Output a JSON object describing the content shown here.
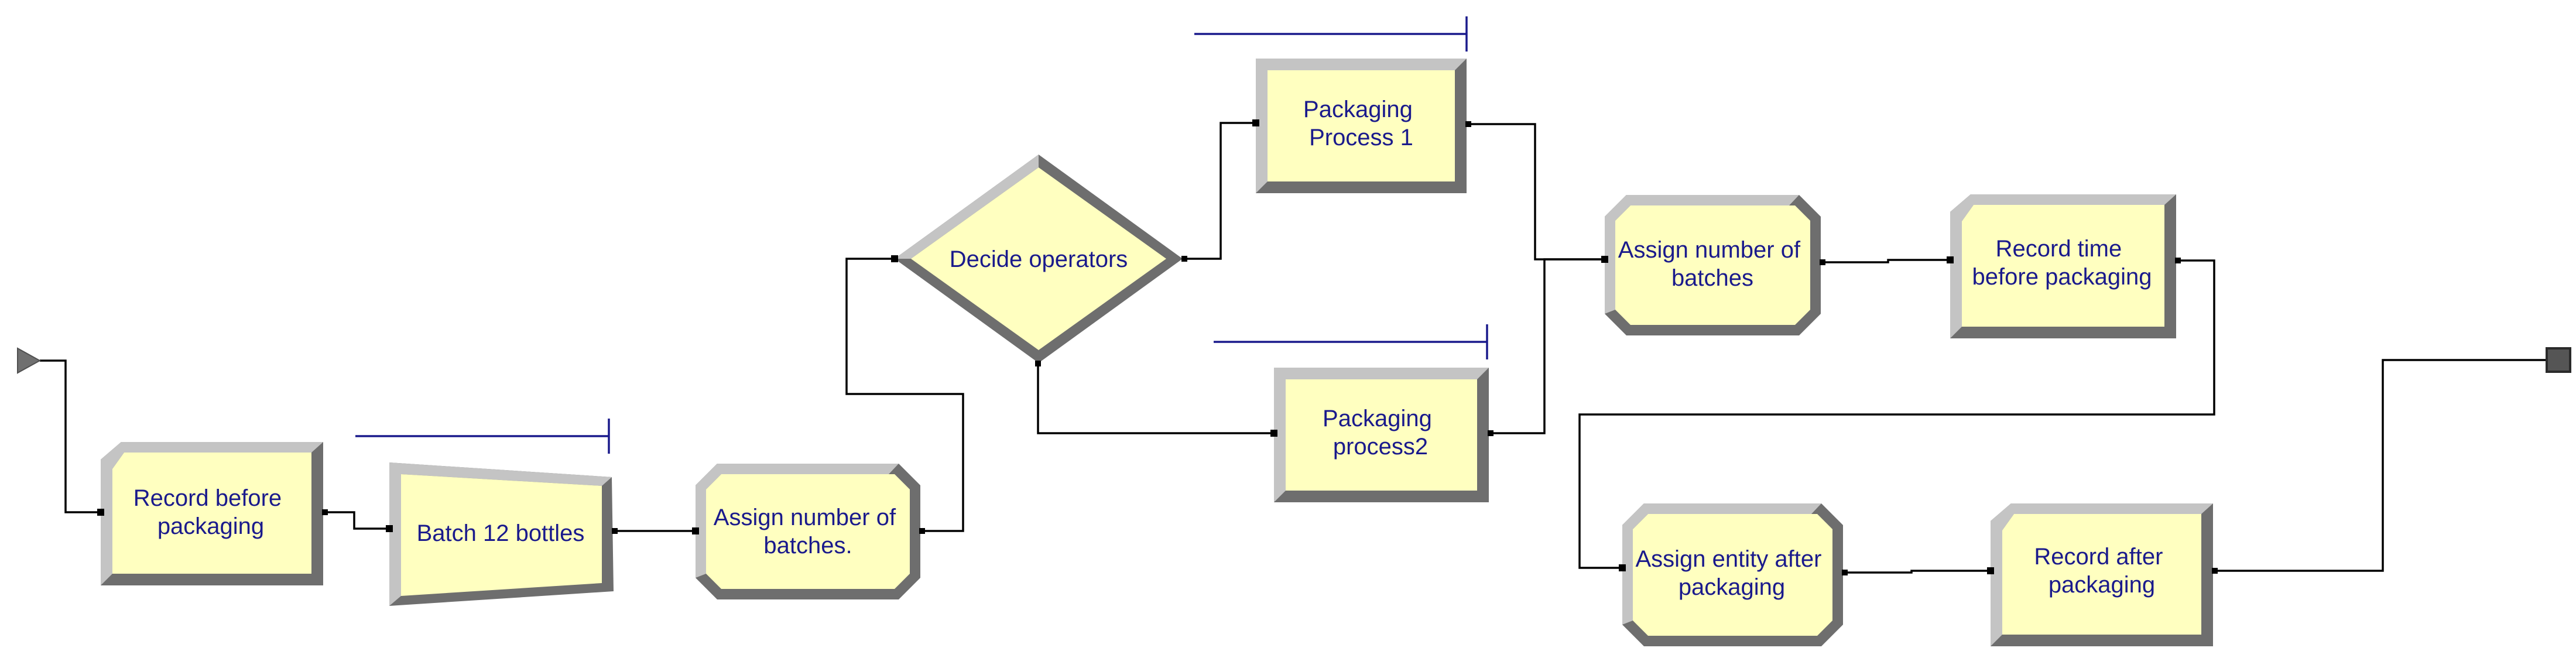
{
  "colors": {
    "fill": "#FFFFC0",
    "bevel_light": "#C4C4C4",
    "bevel_dark": "#6E6E6E",
    "text": "#1A1A8C",
    "connector": "#000000",
    "queue_line": "#1A1A8C"
  },
  "modules": {
    "record_before": {
      "label": [
        "Record before",
        "packaging"
      ]
    },
    "batch": {
      "label": [
        "Batch 12 bottles"
      ]
    },
    "assign_batches_1": {
      "label": [
        "Assign number of",
        "batches."
      ]
    },
    "decide": {
      "label": [
        "Decide operators"
      ]
    },
    "packaging_1": {
      "label": [
        "Packaging",
        "Process 1"
      ]
    },
    "packaging_2": {
      "label": [
        "Packaging",
        "process2"
      ]
    },
    "assign_batches_2": {
      "label": [
        "Assign number of",
        "batches"
      ]
    },
    "record_time": {
      "label": [
        "Record time",
        "before packaging"
      ]
    },
    "assign_entity": {
      "label": [
        "Assign entity after",
        "packaging"
      ]
    },
    "record_after": {
      "label": [
        "Record after",
        "packaging"
      ]
    }
  }
}
